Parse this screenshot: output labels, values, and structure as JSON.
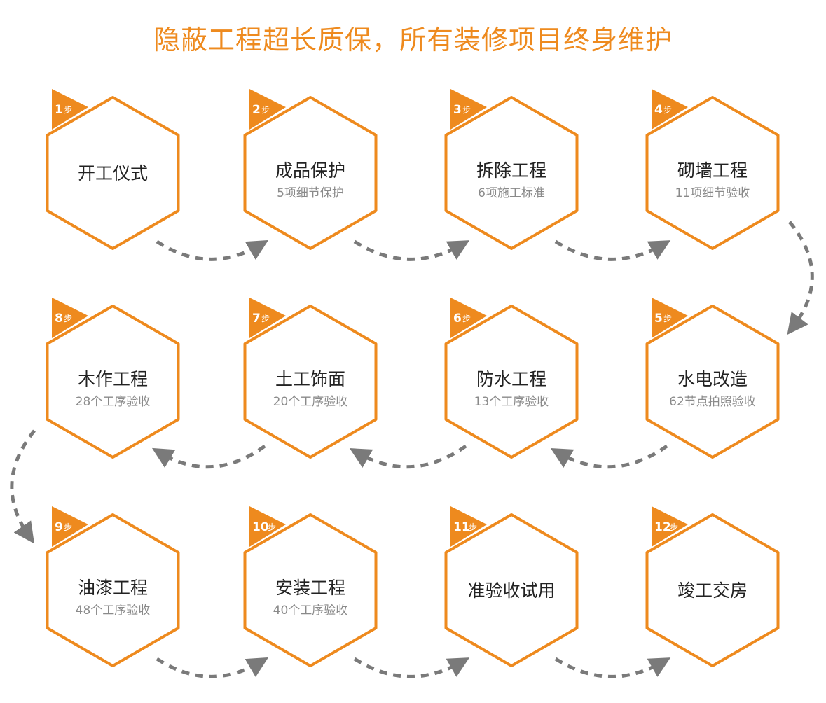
{
  "title": "隐蔽工程超长质保，所有装修项目终身维护",
  "colors": {
    "accent": "#ee8a1e",
    "arrow": "#7a7a7a",
    "sub_text": "#8a8a8a"
  },
  "steps": [
    {
      "num": "1",
      "unit": "步",
      "title": "开工仪式",
      "sub": ""
    },
    {
      "num": "2",
      "unit": "步",
      "title": "成品保护",
      "sub": "5项细节保护"
    },
    {
      "num": "3",
      "unit": "步",
      "title": "拆除工程",
      "sub": "6项施工标准"
    },
    {
      "num": "4",
      "unit": "步",
      "title": "砌墙工程",
      "sub": "11项细节验收"
    },
    {
      "num": "5",
      "unit": "步",
      "title": "水电改造",
      "sub": "62节点拍照验收"
    },
    {
      "num": "6",
      "unit": "步",
      "title": "防水工程",
      "sub": "13个工序验收"
    },
    {
      "num": "7",
      "unit": "步",
      "title": "土工饰面",
      "sub": "20个工序验收"
    },
    {
      "num": "8",
      "unit": "步",
      "title": "木作工程",
      "sub": "28个工序验收"
    },
    {
      "num": "9",
      "unit": "步",
      "title": "油漆工程",
      "sub": "48个工序验收"
    },
    {
      "num": "10",
      "unit": "步",
      "title": "安装工程",
      "sub": "40个工序验收"
    },
    {
      "num": "11",
      "unit": "步",
      "title": "准验收试用",
      "sub": ""
    },
    {
      "num": "12",
      "unit": "步",
      "title": "竣工交房",
      "sub": ""
    }
  ]
}
